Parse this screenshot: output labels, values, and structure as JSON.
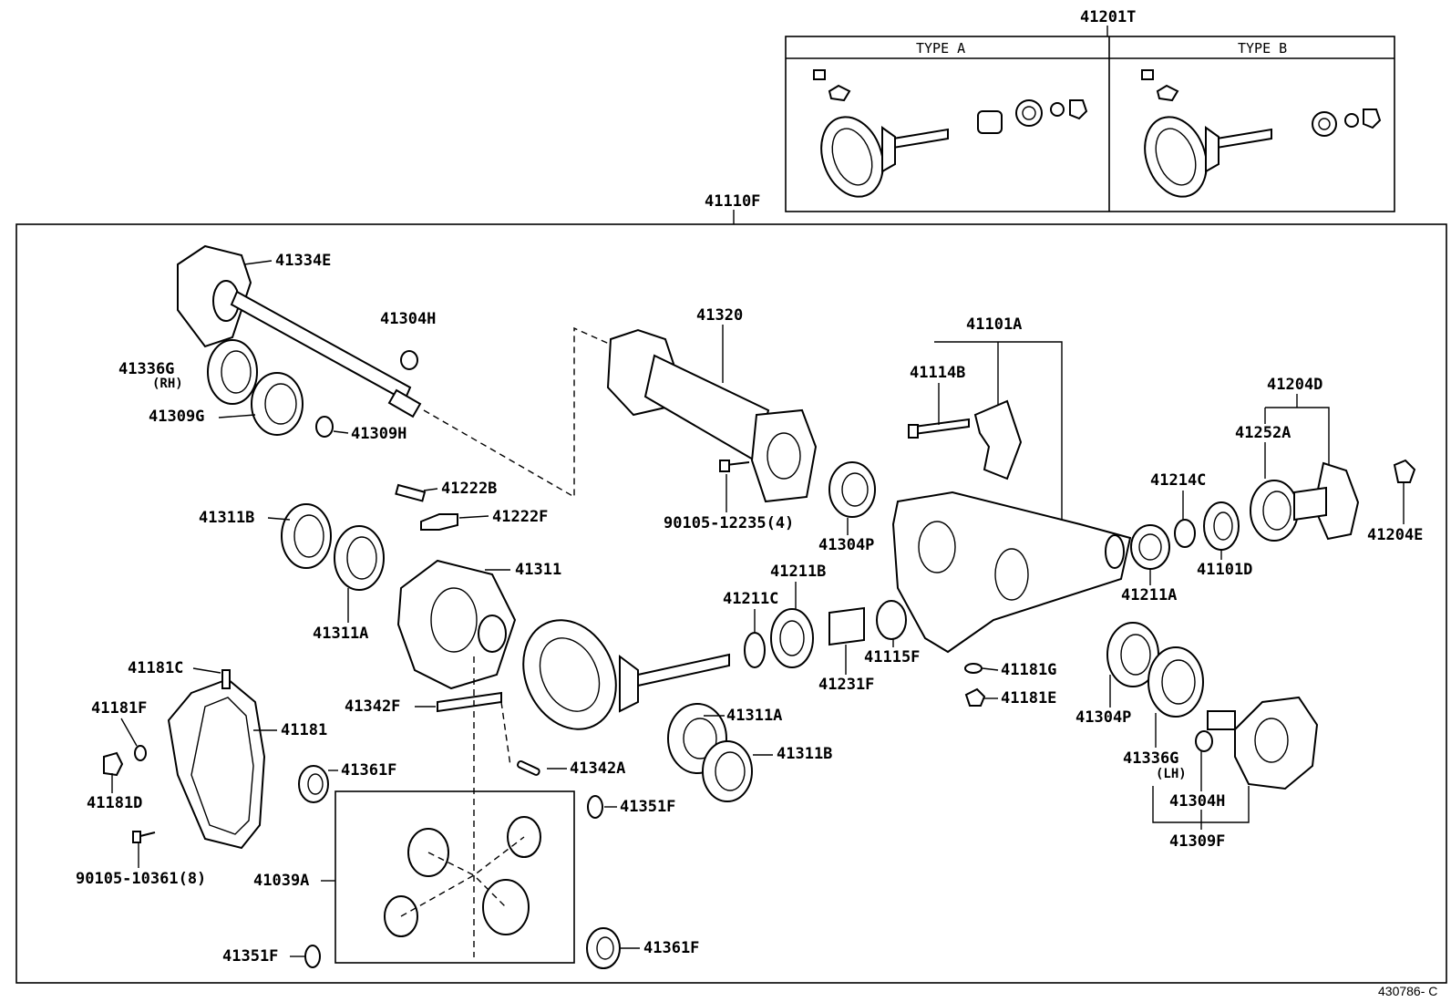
{
  "diagram": {
    "header_assembly": {
      "number": "41201T",
      "type_a": "TYPE A",
      "type_b": "TYPE B"
    },
    "main_assembly": "41110F",
    "labels": {
      "p41334E": "41334E",
      "p41304H_top": "41304H",
      "p41336G_rh": "41336G",
      "rh": "(RH)",
      "p41309G": "41309G",
      "p41309H": "41309H",
      "p41320": "41320",
      "p41101A": "41101A",
      "p41114B": "41114B",
      "p41204D": "41204D",
      "p41252A": "41252A",
      "p41222B": "41222B",
      "p41222F": "41222F",
      "p41311B_top": "41311B",
      "p41311": "41311",
      "p41311A_left": "41311A",
      "p90105_12235": "90105-12235(4)",
      "p41304P_mid": "41304P",
      "p41214C": "41214C",
      "p41204E": "41204E",
      "p41211A": "41211A",
      "p41101D": "41101D",
      "p41211B": "41211B",
      "p41211C": "41211C",
      "p41231F": "41231F",
      "p41115F": "41115F",
      "p41181G": "41181G",
      "p41181E": "41181E",
      "p41181C": "41181C",
      "p41342F": "41342F",
      "p41181": "41181",
      "p41181F": "41181F",
      "p41181D": "41181D",
      "p41311A_right": "41311A",
      "p41311B_right": "41311B",
      "p41342A": "41342A",
      "p41361F_top": "41361F",
      "p41351F_right": "41351F",
      "p90105_10361": "90105-10361(8)",
      "p41039A": "41039A",
      "p41351F_left": "41351F",
      "p41361F_bottom": "41361F",
      "p41304P_right": "41304P",
      "p41336G_lh": "41336G",
      "lh": "(LH)",
      "p41304H_right": "41304H",
      "p41309F": "41309F"
    },
    "figure_code": "430786- C"
  }
}
